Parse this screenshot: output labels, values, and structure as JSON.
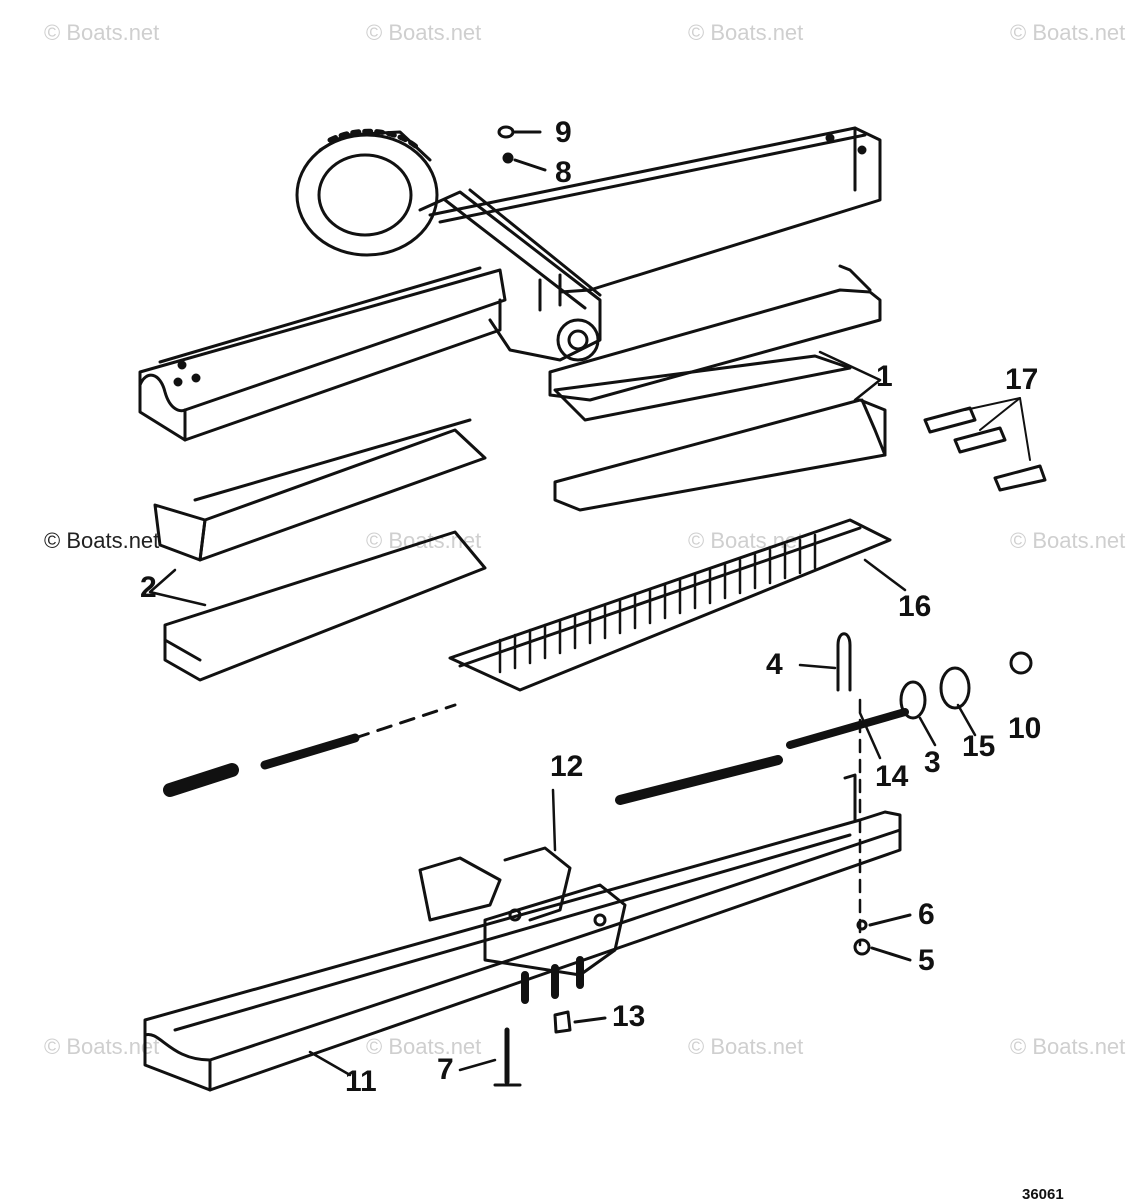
{
  "watermark": "© Boats.net",
  "figure_number": "36061",
  "callouts": {
    "c1": "1",
    "c2": "2",
    "c3": "3",
    "c4": "4",
    "c5": "5",
    "c6": "6",
    "c7": "7",
    "c8": "8",
    "c9": "9",
    "c10": "10",
    "c11": "11",
    "c12": "12",
    "c13": "13",
    "c14": "14",
    "c15": "15",
    "c16": "16",
    "c17": "17"
  },
  "colors": {
    "line": "#111111",
    "watermark": "#cfcfcf"
  }
}
